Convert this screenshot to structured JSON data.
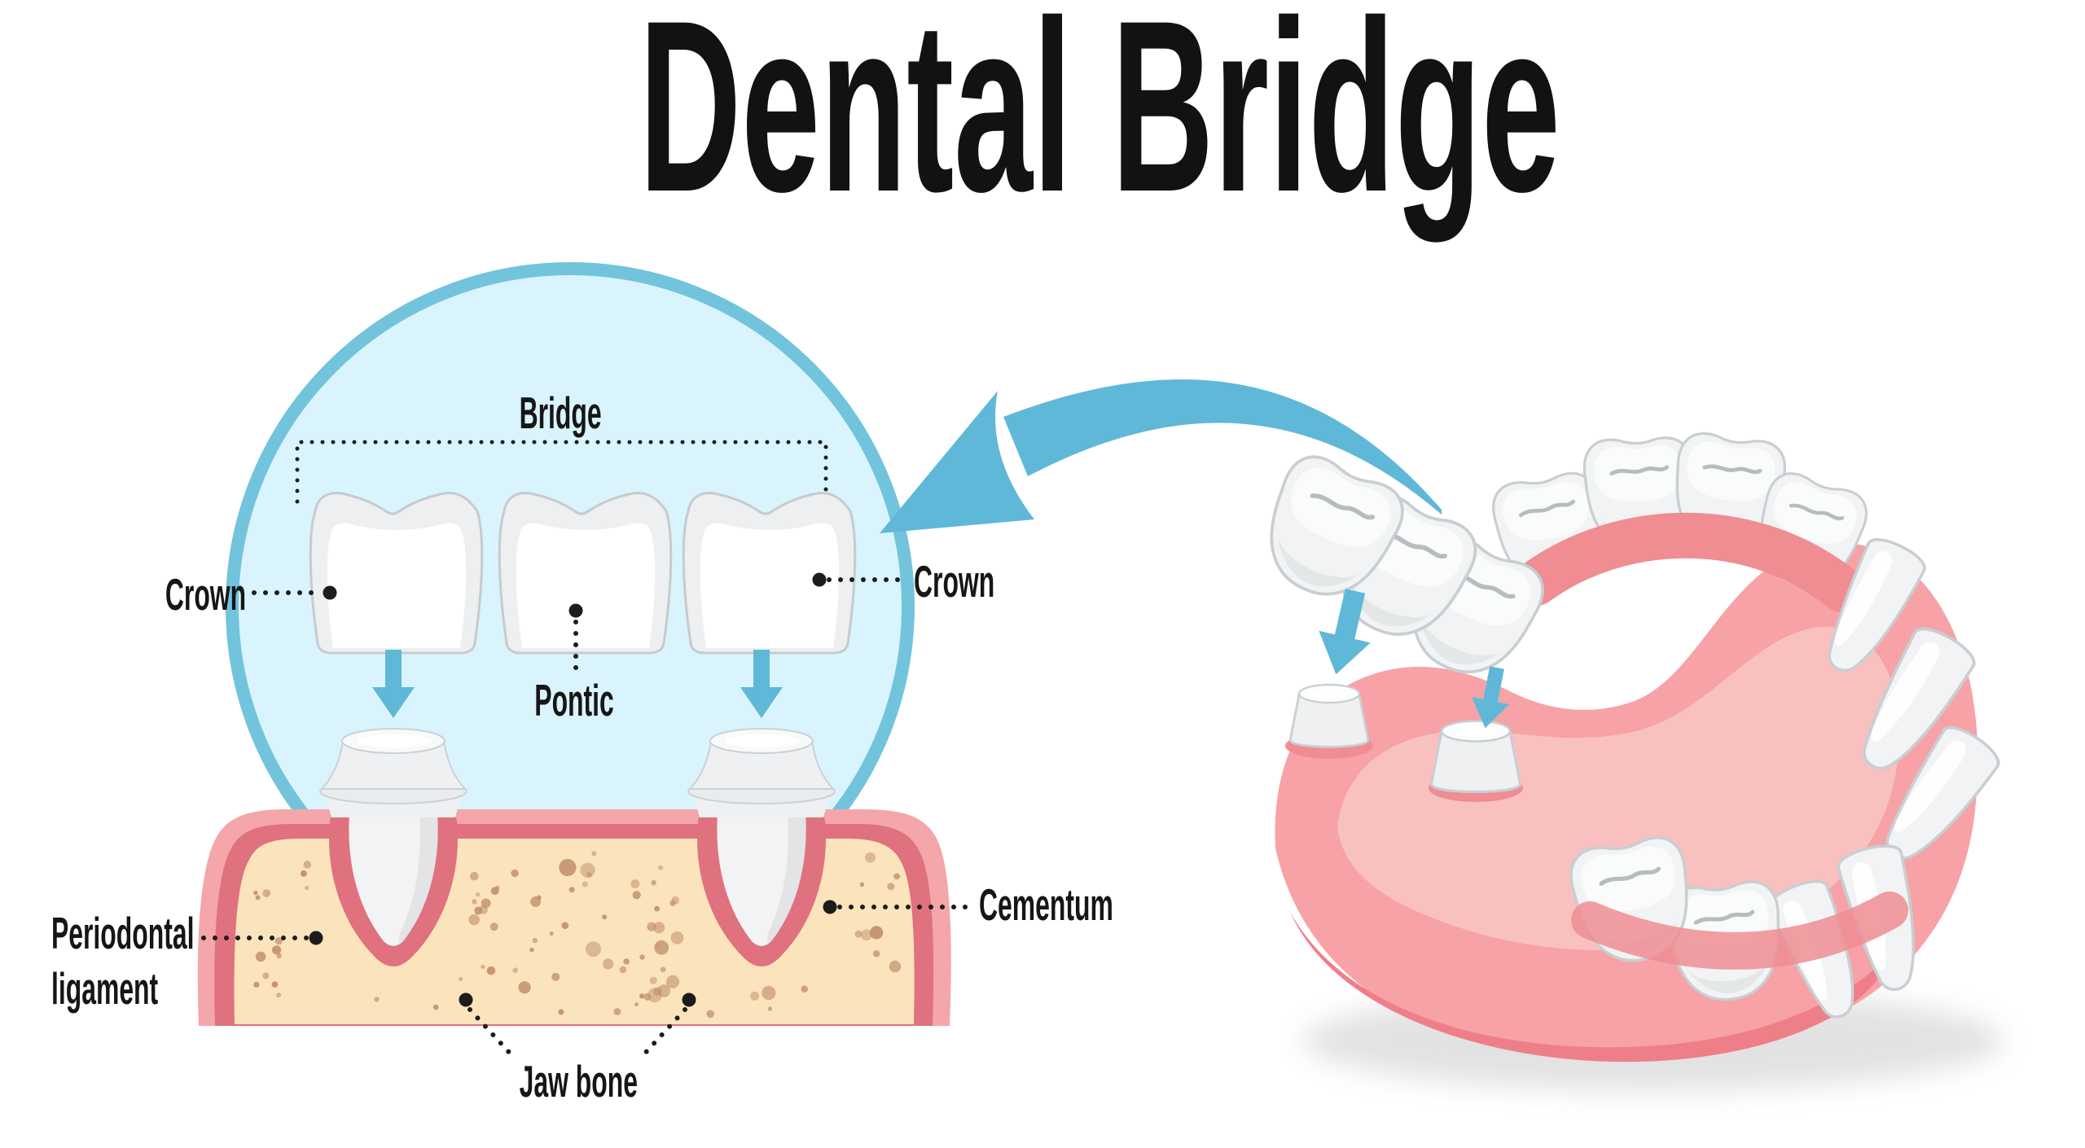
{
  "title": "Dental Bridge",
  "diagram_labels": {
    "bridge": "Bridge",
    "crown_left": "Crown",
    "crown_right": "Crown",
    "pontic": "Pontic",
    "periodontal_ligament": "Periodontal ligament",
    "cementum": "Cementum",
    "jaw_bone": "Jaw bone"
  },
  "colors": {
    "title_color": "#121212",
    "label_color": "#161616",
    "leader_color": "#1c1c1c",
    "accent_blue": "#5fb8d8",
    "circle_fill": "#d9f4fc",
    "circle_ring": "#72c4dc",
    "tooth_body": "#edeff0",
    "tooth_outline": "#c6cbce",
    "gum_pink": "#f4a6aa",
    "gum_dark_rose": "#e0717f",
    "bone_cream": "#fbe4bc",
    "bone_speckle": "#c2906c",
    "jaw_gum": "#f6a2a6",
    "jaw_gum_light": "#f9c0c0",
    "jaw_gum_shadow": "#ee7f88"
  }
}
